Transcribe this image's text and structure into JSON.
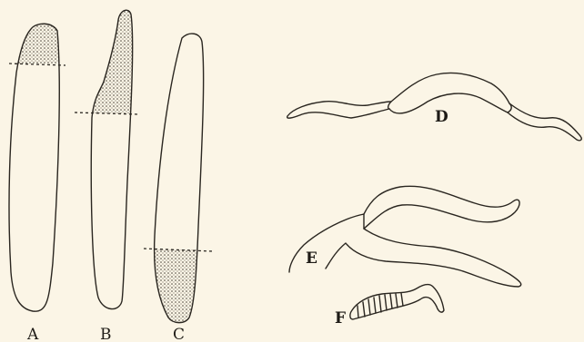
{
  "figure": {
    "labels": {
      "a": "A",
      "b": "B",
      "c": "C",
      "d": "D",
      "e": "E",
      "f": "F"
    },
    "colors": {
      "background": "#fbf5e6",
      "ink": "#2a2620"
    }
  }
}
